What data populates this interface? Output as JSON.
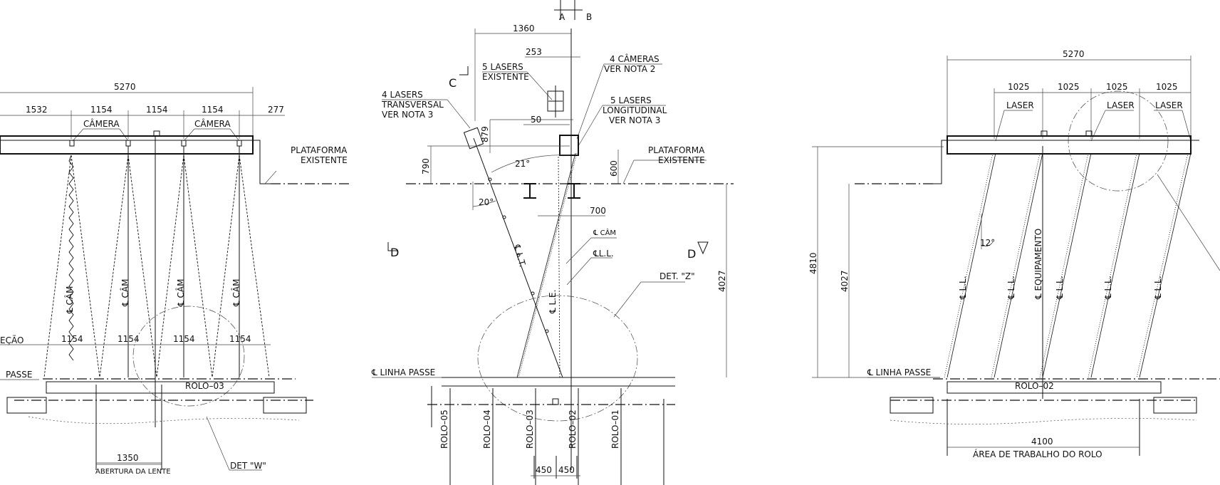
{
  "left_view": {
    "dim_total": "5270",
    "dim_1532": "1532",
    "dim_1154_a": "1154",
    "dim_1154_b": "1154",
    "dim_1154_c": "1154",
    "dim_277": "277",
    "camera_label_1": "CÂMERA",
    "camera_label_2": "CÂMERA",
    "plataforma_1": "PLATAFORMA",
    "plataforma_2": "EXISTENTE",
    "cam_axis": [
      "℄ CÂM",
      "℄ CÂM",
      "℄ CÂM",
      "℄ CÂM"
    ],
    "projecao_label": "EÇÃO",
    "mid_dims": [
      "1154",
      "1154",
      "1154",
      "1154"
    ],
    "passe_label": "PASSE",
    "rolo_label": "ROLO–03",
    "dim_1350": "1350",
    "abertura_label": "ABERTURA DA LENTE",
    "det_w": "DET \"W\""
  },
  "center_view": {
    "section_a": "A",
    "section_b": "B",
    "section_c": "C",
    "section_d_left": "D",
    "section_d_right": "D",
    "dim_1360": "1360",
    "dim_253": "253",
    "lasers_existente_1": "5  LASERS",
    "lasers_existente_2": "EXISTENTE",
    "cameras_1": "4  CÂMERAS",
    "cameras_2": "VER  NOTA  2",
    "lasers_transv_1": "4  LASERS",
    "lasers_transv_2": "TRANSVERSAL",
    "lasers_transv_3": "VER  NOTA  3",
    "lasers_long_1": "5  LASERS",
    "lasers_long_2": "LONGITUDINAL",
    "lasers_long_3": "VER  NOTA  3",
    "dim_879": "879",
    "dim_50": "50",
    "dim_790": "790",
    "dim_600": "600",
    "angle_21": "21°",
    "angle_20": "20°",
    "plataforma_1": "PLATAFORMA",
    "plataforma_2": "EXISTENTE",
    "dim_700": "700",
    "cam_label": "℄ CÂM",
    "ll_label": "℄L.L.",
    "lt_label": "℄ L.T.",
    "le_label": "℄ L.E.",
    "det_z": "DET.  \"Z\"",
    "dim_4027": "4027",
    "linha_passe": "℄ LINHA  PASSE",
    "rolos": [
      "ROLO–05",
      "ROLO–04",
      "ROLO–03",
      "ROLO–02",
      "ROLO–01"
    ],
    "dim_450_a": "450",
    "dim_450_b": "450"
  },
  "right_view": {
    "dim_total": "5270",
    "dims_1025": [
      "1025",
      "1025",
      "1025",
      "1025"
    ],
    "laser_labels": [
      "LASER",
      "LASER",
      "LASER"
    ],
    "dim_4810": "4810",
    "dim_4027": "4027",
    "angle_12": "12°",
    "axis_labels": [
      "℄ L.L.",
      "℄ L.L.",
      "℄ EQUIPAMENTO",
      "℄ L.L.",
      "℄ L.L.",
      "℄ L.L."
    ],
    "linha_passe": "℄ LINHA  PASSE",
    "rolo_label": "ROLO–02",
    "dim_4100": "4100",
    "area_label": "ÁREA  DE  TRABALHO  DO  ROLO"
  }
}
